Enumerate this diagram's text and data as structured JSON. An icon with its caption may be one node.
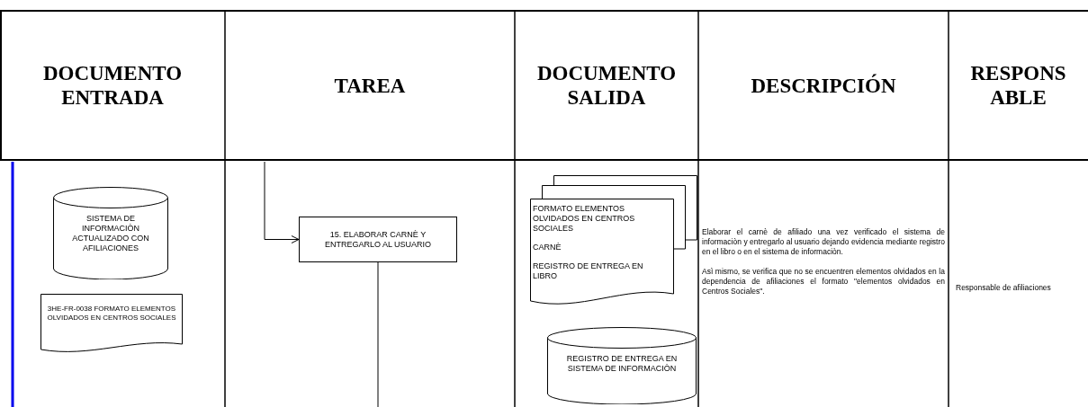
{
  "diagram": {
    "nodes": [
      {
        "text": [
          "SISTEMA DE INFORMACIÒN ACTUALIZADO CON AFILIACIONES"
        ]
      },
      {
        "text": [
          "3HE-FR-0038 FORMATO ELEMENTOS OLVIDADOS EN CENTROS SOCIALES"
        ]
      },
      {
        "text": [
          "15. ELABORAR CARNÈ Y ENTREGARLO AL USUARIO"
        ]
      },
      {
        "text": [
          "FORMATO ELEMENTOS OLVIDADOS EN CENTROS SOCIALES",
          "CARNÈ",
          "REGISTRO DE ENTREGA EN LIBRO"
        ]
      },
      {
        "text": [
          "REGISTRO DE ENTREGA EN SISTEMA DE INFORMACIÒN"
        ]
      }
    ],
    "edges": [
      {
        "from": null,
        "to": 2,
        "arrow": "to"
      },
      {
        "from": 2,
        "to": null,
        "arrow": "none"
      }
    ],
    "labels": [
      "DOCUMENTO ENTRADA",
      "TAREA",
      "DOCUMENTO SALIDA",
      "DESCRIPCIÓN",
      "RESPONSABLE",
      "Elaborar el carnè de afiliado una vez verificado el sistema de informaciòn y entregarlo al usuario dejando evidencia mediante registro en el libro o en el sistema de informaciòn.",
      "Asì mismo, se verifica que no se encuentren elementos olvidados en la dependencia de afiliaciones el formato \"elementos olvidados en Centros Sociales\".",
      "Responsable de afiliaciones"
    ]
  }
}
